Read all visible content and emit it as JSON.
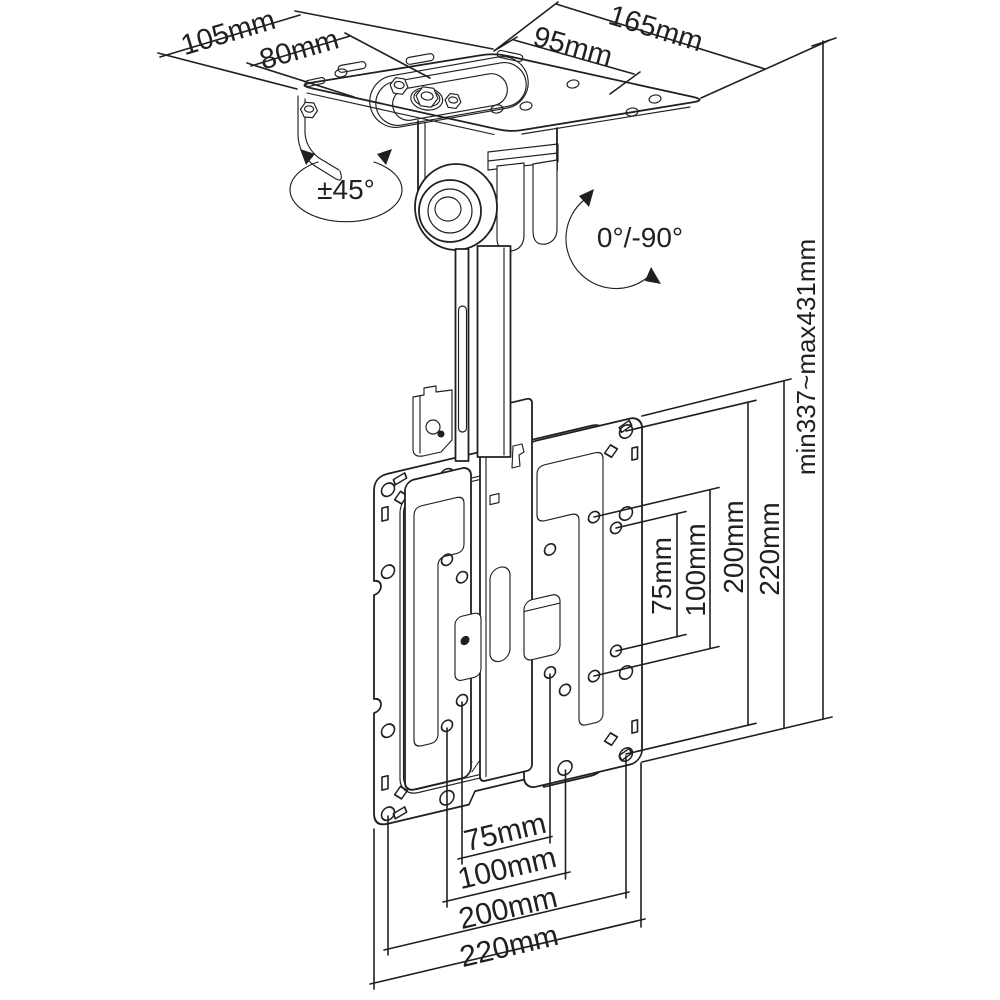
{
  "labels": {
    "top": {
      "plate_depth": "105mm",
      "plate_hole_depth": "80mm",
      "plate_hole_width": "95mm",
      "plate_width": "165mm"
    },
    "angles": {
      "swivel": "±45°",
      "tilt": "0°/-90°"
    },
    "height_range": "min337~max431mm",
    "vesa_right": [
      "75mm",
      "100mm",
      "200mm",
      "220mm"
    ],
    "vesa_bottom": [
      "75mm",
      "100mm",
      "200mm",
      "220mm"
    ]
  },
  "colors": {
    "line": "#231f20",
    "background": "#ffffff"
  }
}
